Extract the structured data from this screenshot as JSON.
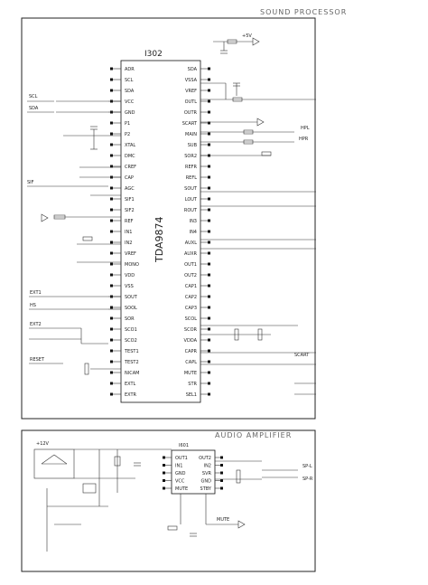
{
  "diagram": {
    "section_top_title": "SOUND PROCESSOR",
    "section_bottom_title": "AUDIO AMPLIFIER",
    "main_ic": {
      "ref": "I302",
      "part": "TDA9874",
      "left_pins": [
        "ADR",
        "SCL",
        "SDA",
        "VCC",
        "GND",
        "P1",
        "P2",
        "XTAL",
        "DMC",
        "CREF",
        "CAP",
        "AGC",
        "SIF1",
        "SIF2",
        "REF",
        "IN1",
        "IN2",
        "VREF",
        "MONO",
        "VDD",
        "VSS",
        "SOUT",
        "SOOL",
        "SOR",
        "SCO1",
        "SCO2",
        "TEST1",
        "TEST2",
        "NICAM",
        "EXTL",
        "EXTR"
      ],
      "right_pins": [
        "SDA",
        "VSSA",
        "VREF",
        "OUTL",
        "OUTR",
        "SCART",
        "MAIN",
        "SUB",
        "SOR2",
        "REFR",
        "REFL",
        "SOUT",
        "LOUT",
        "ROUT",
        "IN3",
        "IN4",
        "AUXL",
        "AUXR",
        "OUT1",
        "OUT2",
        "CAP1",
        "CAP2",
        "CAP3",
        "SCOL",
        "SCOR",
        "VDDA",
        "CAPR",
        "CAPL",
        "MUTE",
        "STR",
        "SEL1"
      ]
    },
    "amp_ic": {
      "ref": "I601",
      "pins_left": [
        "OUT1",
        "IN1",
        "GND",
        "VCC",
        "MUTE"
      ],
      "pins_right": [
        "OUT2",
        "IN2",
        "SVR",
        "GND",
        "STBY"
      ]
    },
    "labels": {
      "pwr": "+5V",
      "hpl": "HPL",
      "hpr": "HPR",
      "mute": "MUTE",
      "scl_in": "SCL",
      "sda_in": "SDA",
      "sif": "SIF",
      "hs": "HS",
      "ext1": "EXT1",
      "ext2": "EXT2",
      "reset": "RESET",
      "scart": "SCART",
      "sp_l": "SP-L",
      "sp_r": "SP-R",
      "vcc12": "+12V"
    }
  }
}
